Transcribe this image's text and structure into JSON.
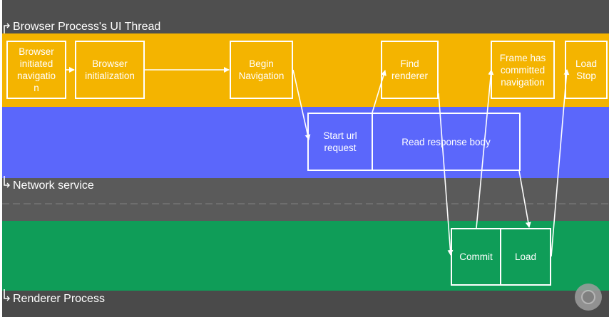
{
  "lanes": {
    "browser_ui": "Browser Process's UI Thread",
    "network": "Network service",
    "renderer": "Renderer Process"
  },
  "boxes": {
    "browser_initiated": "Browser\ninitiated\nnavigatio\nn",
    "browser_init": "Browser\ninitialization",
    "begin_nav": "Begin\nNavigation",
    "find_renderer": "Find\nrenderer",
    "frame_committed": "Frame has\ncommitted\nnavigation",
    "load_stop": "Load\nStop",
    "start_url": "Start url\nrequest",
    "read_body": "Read response body",
    "commit": "Commit",
    "load": "Load"
  },
  "colors": {
    "background_dark": "#5c5c5c",
    "browser_band": "#f4b400",
    "network_band": "#5b67fb",
    "renderer_band": "#0f9d58",
    "lines": "#ffffff"
  },
  "icons": [
    "lane-bracket-icon",
    "chrome-logo-icon"
  ]
}
